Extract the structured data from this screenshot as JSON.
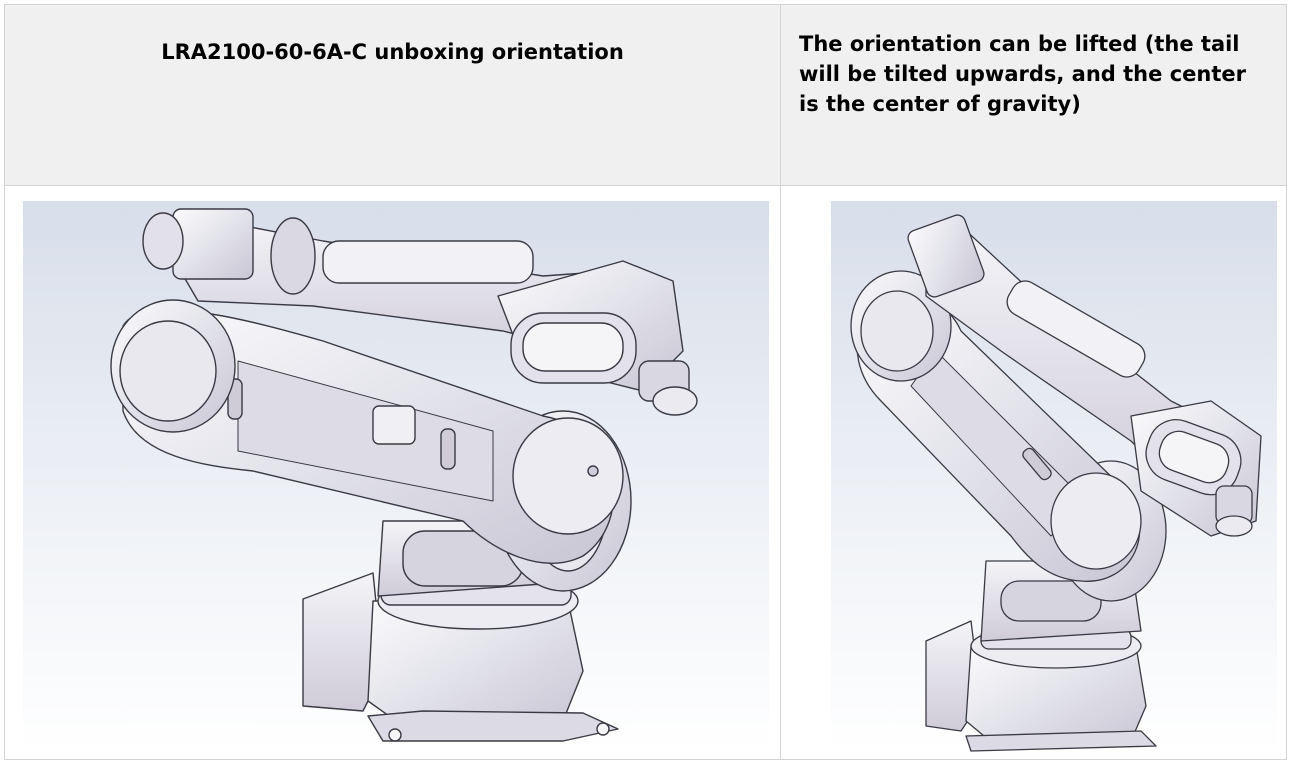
{
  "table": {
    "headers": [
      "LRA2100-60-6A-C unboxing orientation",
      "The orientation can be lifted (the tail will be tilted upwards, and the center is the center of gravity)"
    ]
  },
  "images": {
    "left": {
      "icon": "robot-arm-unboxing-render"
    },
    "right": {
      "icon": "robot-arm-lifting-render"
    }
  },
  "colors": {
    "header_bg": "#f0f0f0",
    "border": "#d4d4d4",
    "render_bg": "#dfe4ee"
  }
}
